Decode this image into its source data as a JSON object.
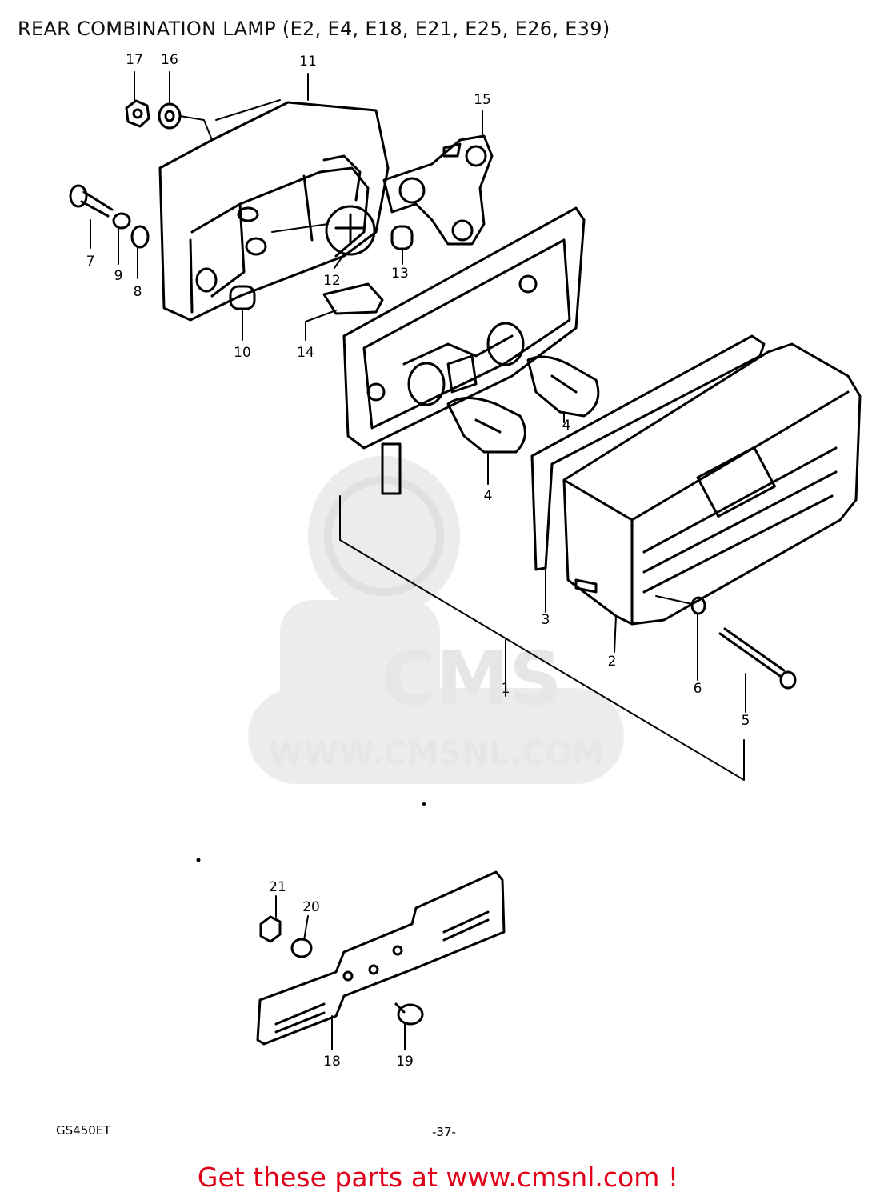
{
  "title": "REAR COMBINATION LAMP (E2, E4, E18, E21, E25, E26, E39)",
  "watermark": {
    "logo_text": "CMS",
    "url_text": "WWW.CMSNL.COM"
  },
  "labels": {
    "p1": "1",
    "p2": "2",
    "p3": "3",
    "p4a": "4",
    "p4b": "4",
    "p5": "5",
    "p6": "6",
    "p7": "7",
    "p8": "8",
    "p9": "9",
    "p10": "10",
    "p11": "11",
    "p12": "12",
    "p13": "13",
    "p14": "14",
    "p15": "15",
    "p16": "16",
    "p17": "17",
    "p18": "18",
    "p19": "19",
    "p20": "20",
    "p21": "21"
  },
  "footer": {
    "model": "GS450ET",
    "page": "-37-"
  },
  "cta": "Get these parts at www.cmsnl.com !",
  "colors": {
    "line": "#000000",
    "cta": "#e0001a",
    "watermark": "#e6e6e6"
  }
}
